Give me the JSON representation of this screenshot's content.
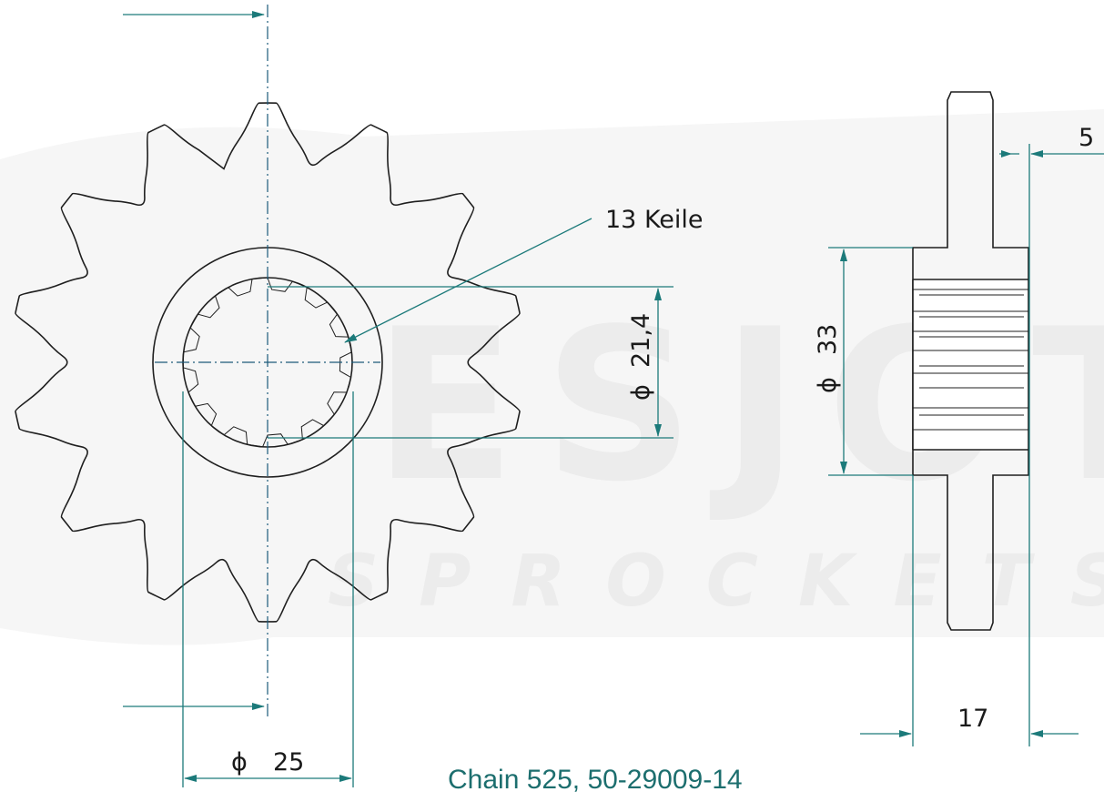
{
  "labels": {
    "splines": "13 Keile",
    "bore_diameter": "21,4",
    "hub_diameter": "33",
    "tooth_width": "5",
    "hub_width": "17",
    "shaft_diameter": "25",
    "diameter_symbol": "ϕ"
  },
  "caption": "Chain 525, 50-29009-14",
  "watermark": {
    "brand": "ESJOT",
    "subtitle": "SPROCKETS"
  },
  "colors": {
    "dimension": "#1c7a7a",
    "outline": "#1f1f1f",
    "caption": "#1c6e6e",
    "watermark": "#ececec"
  }
}
